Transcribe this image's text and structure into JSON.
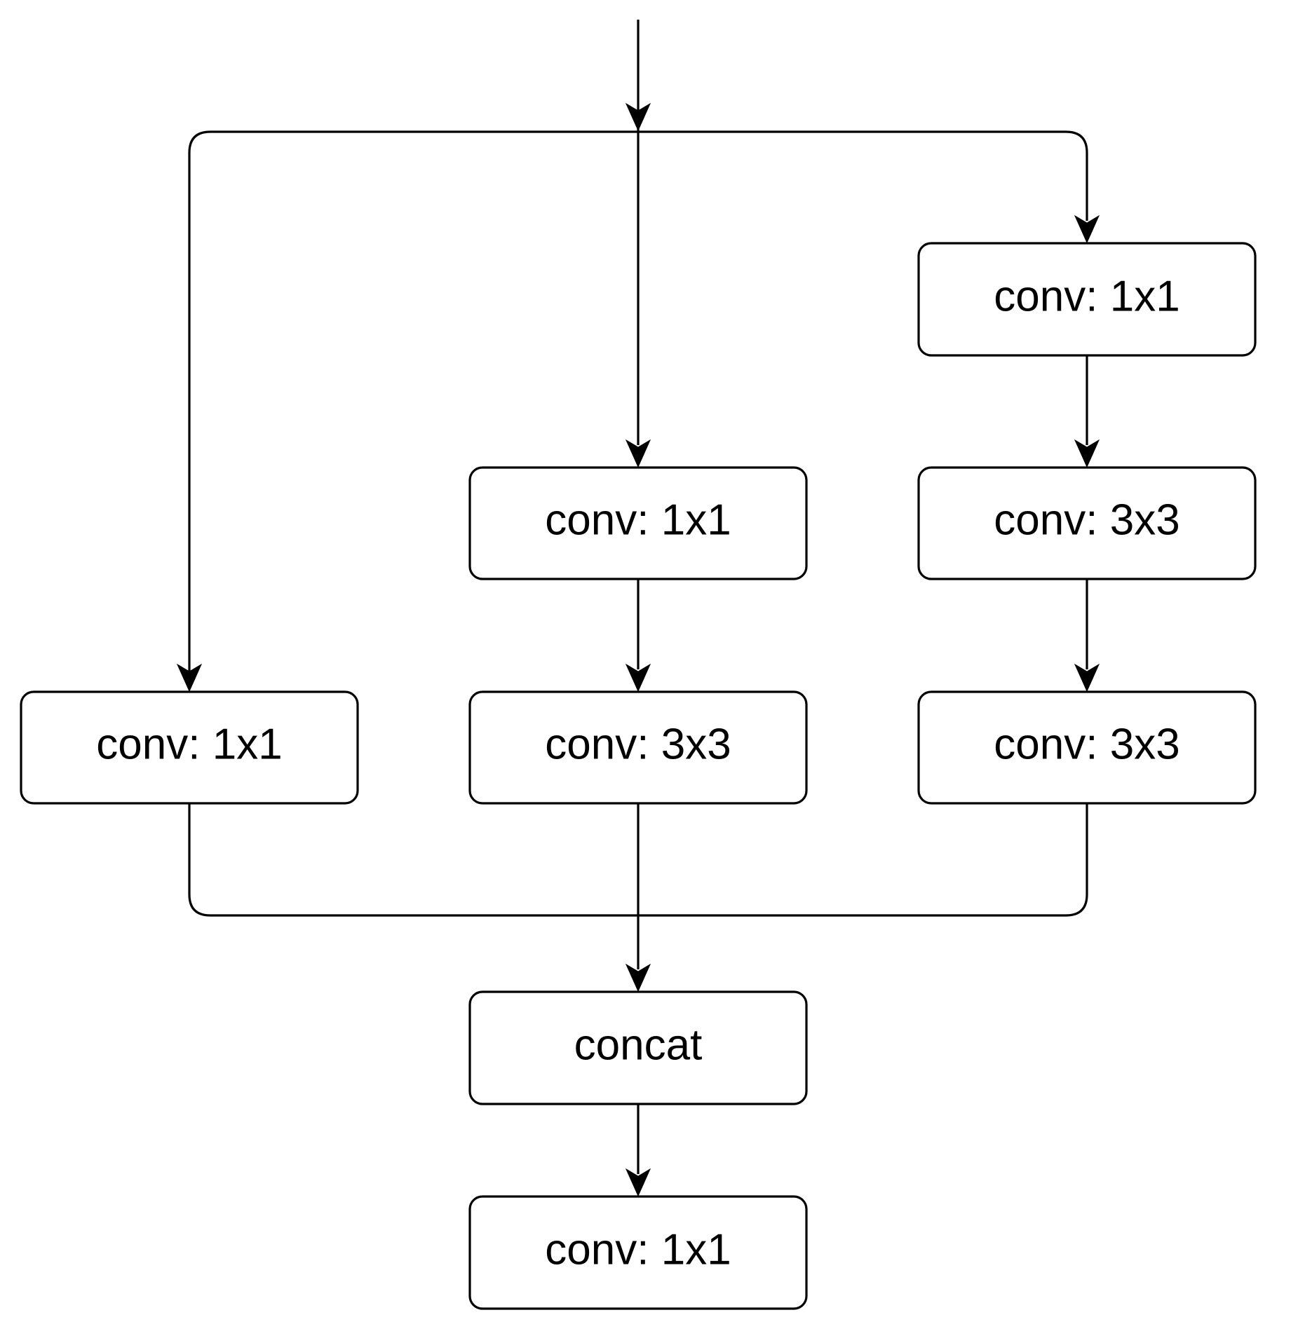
{
  "diagram": {
    "colors": {
      "stroke": "#000000",
      "background": "#ffffff"
    },
    "nodes": {
      "branch1_conv1x1": {
        "label": "conv: 1x1"
      },
      "branch2_conv1x1": {
        "label": "conv: 1x1"
      },
      "branch2_conv3x3": {
        "label": "conv: 3x3"
      },
      "branch3_conv1x1": {
        "label": "conv: 1x1"
      },
      "branch3_conv3x3_a": {
        "label": "conv: 3x3"
      },
      "branch3_conv3x3_b": {
        "label": "conv: 3x3"
      },
      "concat": {
        "label": "concat"
      },
      "output_conv1x1": {
        "label": "conv: 1x1"
      }
    }
  }
}
